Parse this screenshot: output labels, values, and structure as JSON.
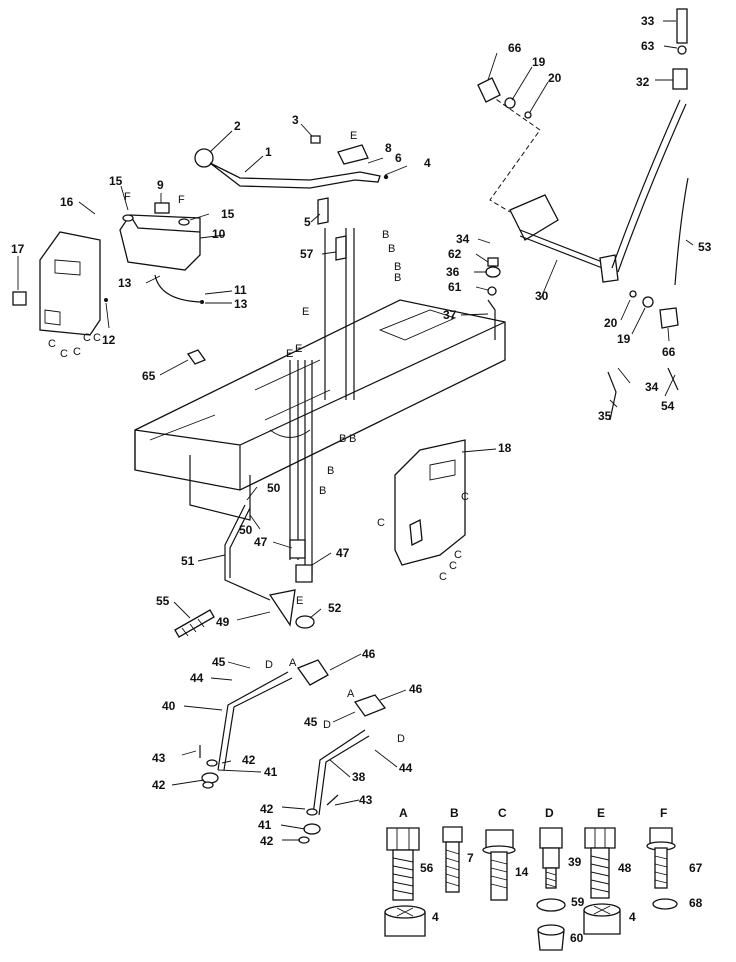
{
  "callouts": [
    "33",
    "63",
    "32",
    "66",
    "19",
    "20",
    "2",
    "3",
    "1",
    "8",
    "6",
    "4",
    "15",
    "9",
    "15",
    "16",
    "10",
    "17",
    "5",
    "B",
    "B",
    "34",
    "62",
    "36",
    "61",
    "30",
    "53",
    "13",
    "11",
    "13",
    "12",
    "57",
    "B",
    "B",
    "37",
    "20",
    "19",
    "66",
    "34",
    "54",
    "65",
    "35",
    "18",
    "50",
    "50",
    "51",
    "47",
    "47",
    "52",
    "55",
    "49",
    "46",
    "45",
    "44",
    "40",
    "46",
    "45",
    "44",
    "43",
    "42",
    "41",
    "42",
    "38",
    "43",
    "42",
    "41",
    "42",
    "56",
    "7",
    "14",
    "39",
    "48",
    "67",
    "4",
    "59",
    "60",
    "4",
    "68"
  ],
  "letters": [
    "E",
    "F",
    "F",
    "C",
    "C",
    "C",
    "C",
    "C",
    "E",
    "E",
    "E",
    "B",
    "B",
    "B",
    "B",
    "C",
    "C",
    "C",
    "C",
    "C",
    "E",
    "D",
    "A",
    "A",
    "D",
    "D"
  ],
  "fastener_legend": {
    "headers": [
      "A",
      "B",
      "C",
      "D",
      "E",
      "F"
    ]
  }
}
